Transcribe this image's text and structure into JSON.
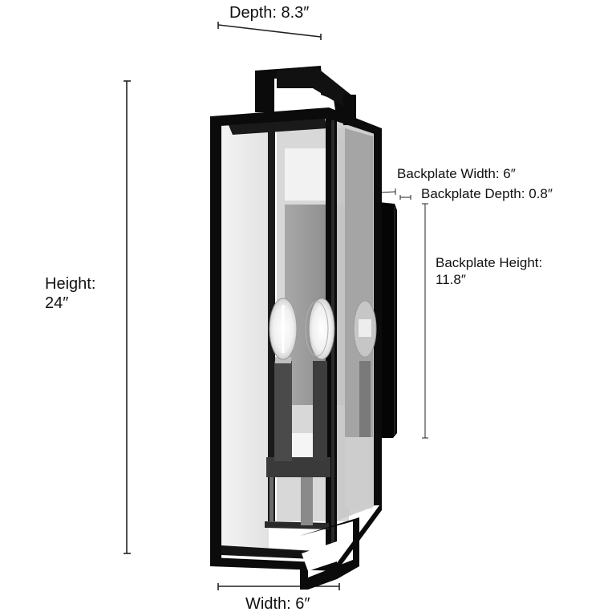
{
  "diagram": {
    "subject": "Wall lantern sconce with clear glass panels and three candle bulbs",
    "colors": {
      "frame": "#0b0b0b",
      "glass_back": "#9a9a9a",
      "glass_light": "#e9e9e9",
      "dimension_line": "#222222",
      "background": "#ffffff"
    },
    "dimensions": {
      "depth": {
        "label": "Depth: 8.3″"
      },
      "width": {
        "label": "Width: 6″"
      },
      "height": {
        "label_line1": "Height:",
        "label_line2": "24″"
      },
      "backplate_width": {
        "label": "Backplate Width: 6″"
      },
      "backplate_depth": {
        "label": "Backplate Depth: 0.8″"
      },
      "backplate_height": {
        "label_line1": "Backplate Height:",
        "label_line2": "11.8″"
      }
    }
  }
}
